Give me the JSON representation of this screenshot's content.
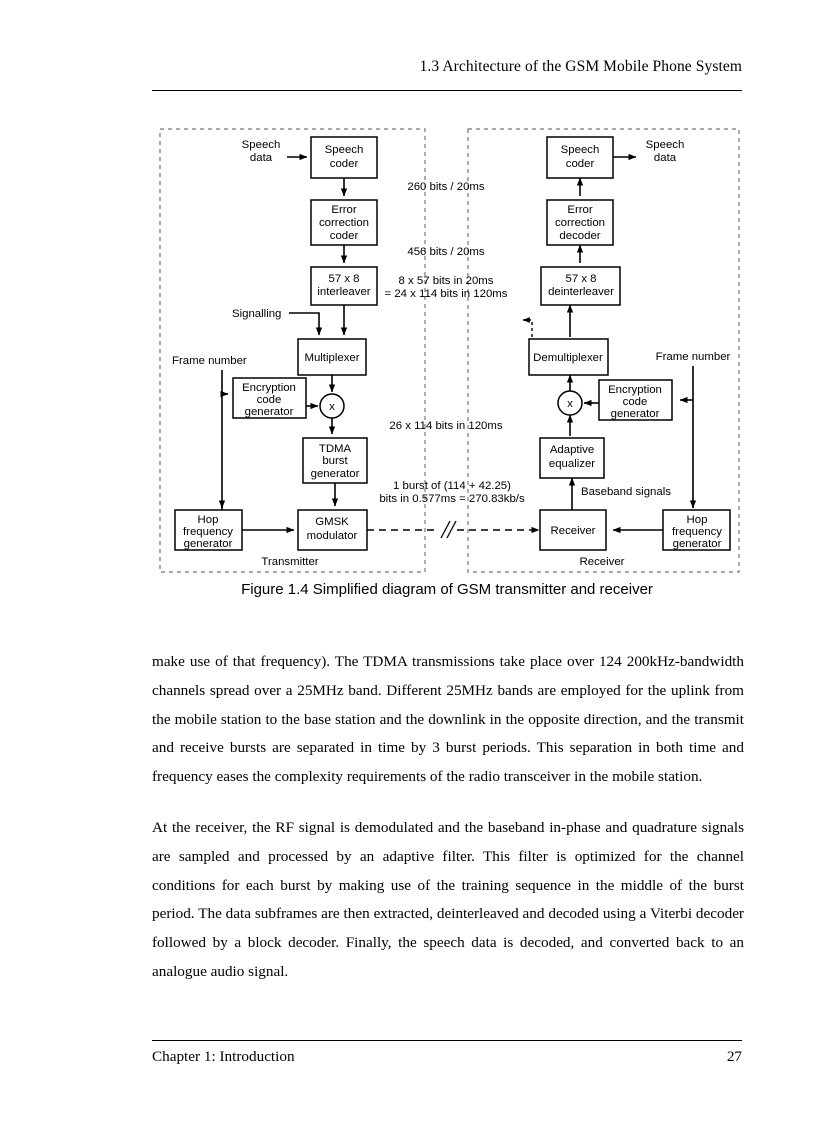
{
  "header": {
    "section_title": "1.3 Architecture of the GSM Mobile Phone System"
  },
  "figure": {
    "caption": "Figure 1.4  Simplified diagram of GSM transmitter and receiver",
    "transmitter_panel_label": "Transmitter",
    "receiver_panel_label": "Receiver",
    "transmitter_blocks": {
      "speech_coder_l1": "Speech",
      "speech_coder_l2": "coder",
      "error_coder_l1": "Error",
      "error_coder_l2": "correction",
      "error_coder_l3": "coder",
      "interleaver_l1": "57 x 8",
      "interleaver_l2": "interleaver",
      "multiplexer": "Multiplexer",
      "encryption_l1": "Encryption",
      "encryption_l2": "code",
      "encryption_l3": "generator",
      "tdma_l1": "TDMA",
      "tdma_l2": "burst",
      "tdma_l3": "generator",
      "hop_l1": "Hop",
      "hop_l2": "frequency",
      "hop_l3": "generator",
      "gmsk_l1": "GMSK",
      "gmsk_l2": "modulator",
      "mixer_symbol": "x"
    },
    "receiver_blocks": {
      "speech_coder_l1": "Speech",
      "speech_coder_l2": "coder",
      "error_decoder_l1": "Error",
      "error_decoder_l2": "correction",
      "error_decoder_l3": "decoder",
      "deinterleaver_l1": "57 x 8",
      "deinterleaver_l2": "deinterleaver",
      "demultiplexer": "Demultiplexer",
      "encryption_l1": "Encryption",
      "encryption_l2": "code",
      "encryption_l3": "generator",
      "equalizer_l1": "Adaptive",
      "equalizer_l2": "equalizer",
      "receiver": "Receiver",
      "hop_l1": "Hop",
      "hop_l2": "frequency",
      "hop_l3": "generator",
      "mixer_symbol": "x"
    },
    "io_labels": {
      "tx_speech_data_l1": "Speech",
      "tx_speech_data_l2": "data",
      "rx_speech_data_l1": "Speech",
      "rx_speech_data_l2": "data",
      "signalling": "Signalling",
      "tx_frame_number": "Frame number",
      "rx_frame_number": "Frame number",
      "baseband_signals": "Baseband signals"
    },
    "annotations": {
      "rate_260": "260 bits / 20ms",
      "rate_456": "456 bits / 20ms",
      "interleave_l1": "8 x 57 bits in 20ms",
      "interleave_l2": "= 24 x 114 bits in 120ms",
      "tdma_rate": "26 x 114 bits in 120ms",
      "burst_l1": "1 burst of (114 + 42.25)",
      "burst_l2": "bits in 0.577ms = 270.83kb/s"
    }
  },
  "body": {
    "paragraph_1": "make use of that frequency). The TDMA transmissions take place over 124 200kHz-bandwidth channels spread over a 25MHz band. Different 25MHz bands are employed for the uplink from the mobile station to the base station and the downlink in the opposite direction, and the transmit and receive bursts are separated in time by 3 burst periods. This separation in both time and frequency eases the complexity requirements of the radio transceiver in the mobile station.",
    "paragraph_2": "At the receiver, the RF signal is demodulated and the baseband in-phase and quadrature signals are sampled and processed by an adaptive filter. This filter is optimized for the channel conditions for each burst by making use of the training sequence in the middle of the burst period. The data subframes are then extracted, deinterleaved and decoded using a Viterbi decoder followed by a block decoder. Finally, the speech data is decoded, and converted back to an analogue audio signal."
  },
  "footer": {
    "chapter": "Chapter 1:  Introduction",
    "page_number": "27"
  }
}
